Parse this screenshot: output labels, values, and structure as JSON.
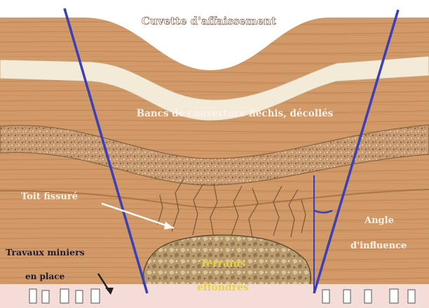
{
  "diagram": {
    "title": "Cuvette d'affaissement",
    "labels": {
      "bancs": "Bancs de couverture fléchis, décollés",
      "toit": "Toit fissuré",
      "angle_line1": "Angle",
      "angle_line2": "d'influence",
      "travaux_line1": "Travaux miniers",
      "travaux_line2": "en place",
      "terrains_line1": "Terrains",
      "terrains_line2": "effondrés"
    },
    "colors": {
      "rock": "#d19a68",
      "rock_stripe": "#b97f4e",
      "pale_band": "#f3ead7",
      "speckled_band": "#c69b72",
      "boundary_lines": "#3b3fb8",
      "label_light": "#fdf1ea",
      "label_yellow": "#e8d23a",
      "collapsed_rubble": "#b89a6c"
    }
  }
}
